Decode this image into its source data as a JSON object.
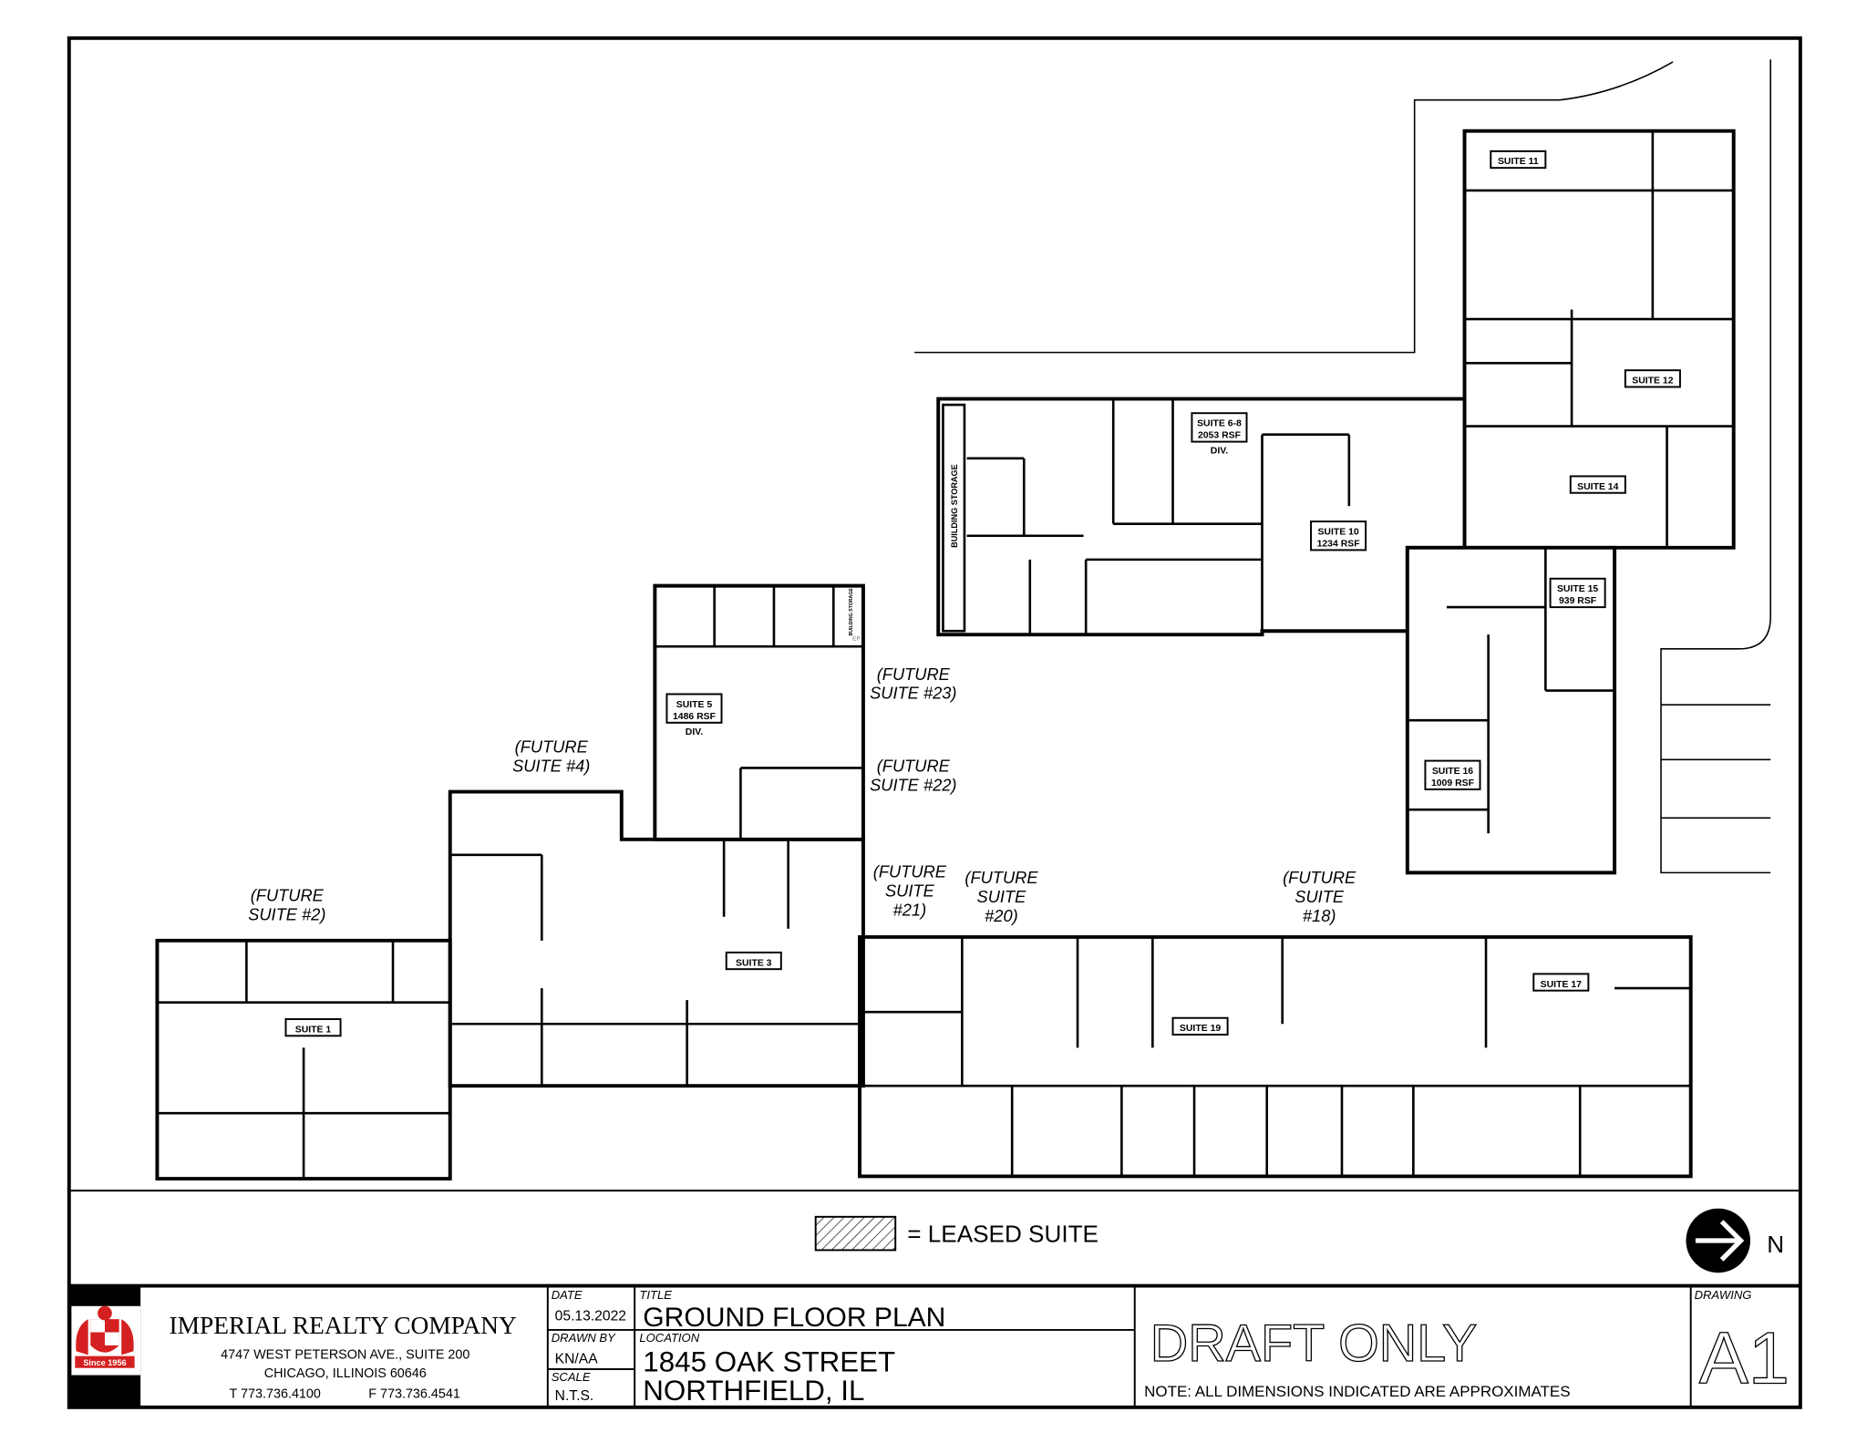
{
  "plan": {
    "suites": [
      {
        "id": "suite-1",
        "lines": [
          "SUITE 1"
        ]
      },
      {
        "id": "suite-3",
        "lines": [
          "SUITE 3"
        ]
      },
      {
        "id": "suite-5",
        "lines": [
          "SUITE 5",
          "1486 RSF"
        ],
        "note": "DIV."
      },
      {
        "id": "suite-6-8",
        "lines": [
          "SUITE 6-8",
          "2053 RSF"
        ],
        "note": "DIV."
      },
      {
        "id": "suite-10",
        "lines": [
          "SUITE 10",
          "1234 RSF"
        ]
      },
      {
        "id": "suite-11",
        "lines": [
          "SUITE 11"
        ]
      },
      {
        "id": "suite-12",
        "lines": [
          "SUITE 12"
        ]
      },
      {
        "id": "suite-14",
        "lines": [
          "SUITE 14"
        ]
      },
      {
        "id": "suite-15",
        "lines": [
          "SUITE 15",
          "939 RSF"
        ]
      },
      {
        "id": "suite-16",
        "lines": [
          "SUITE 16",
          "1009 RSF"
        ]
      },
      {
        "id": "suite-17",
        "lines": [
          "SUITE 17"
        ]
      },
      {
        "id": "suite-19",
        "lines": [
          "SUITE 19"
        ]
      }
    ],
    "future": [
      {
        "id": "future-2",
        "lines": [
          "(FUTURE",
          "SUITE #2)"
        ]
      },
      {
        "id": "future-4",
        "lines": [
          "(FUTURE",
          "SUITE #4)"
        ]
      },
      {
        "id": "future-23",
        "lines": [
          "(FUTURE",
          "SUITE #23)"
        ]
      },
      {
        "id": "future-22",
        "lines": [
          "(FUTURE",
          "SUITE #22)"
        ]
      },
      {
        "id": "future-21",
        "lines": [
          "(FUTURE",
          "SUITE",
          "#21)"
        ]
      },
      {
        "id": "future-20",
        "lines": [
          "(FUTURE",
          "SUITE",
          "#20)"
        ]
      },
      {
        "id": "future-18",
        "lines": [
          "(FUTURE",
          "SUITE",
          "#18)"
        ]
      }
    ],
    "building_storage": "BUILDING STORAGE",
    "building_storage_small": "BUILDING STORAGE",
    "ep": "EP"
  },
  "legend": {
    "label": "= LEASED SUITE"
  },
  "north": {
    "label": "N",
    "icon": "north-arrow-icon"
  },
  "title_block": {
    "company": "IMPERIAL REALTY COMPANY",
    "address1": "4747 WEST PETERSON AVE., SUITE 200",
    "address2": "CHICAGO, ILLINOIS 60646",
    "phone": "T 773.736.4100",
    "fax": "F 773.736.4541",
    "logo_text": "Since 1956",
    "date_label": "DATE",
    "date": "05.13.2022",
    "drawn_by_label": "DRAWN BY",
    "drawn_by": "KN/AA",
    "scale_label": "SCALE",
    "scale": "N.T.S.",
    "title_label": "TITLE",
    "title": "GROUND FLOOR PLAN",
    "location_label": "LOCATION",
    "location1": "1845 OAK STREET",
    "location2": "NORTHFIELD, IL",
    "status": "DRAFT ONLY",
    "note": "NOTE: ALL DIMENSIONS INDICATED ARE APPROXIMATES",
    "drawing_label": "DRAWING",
    "drawing": "A1"
  },
  "colors": {
    "line": "#000000",
    "logo": "#d42020"
  }
}
